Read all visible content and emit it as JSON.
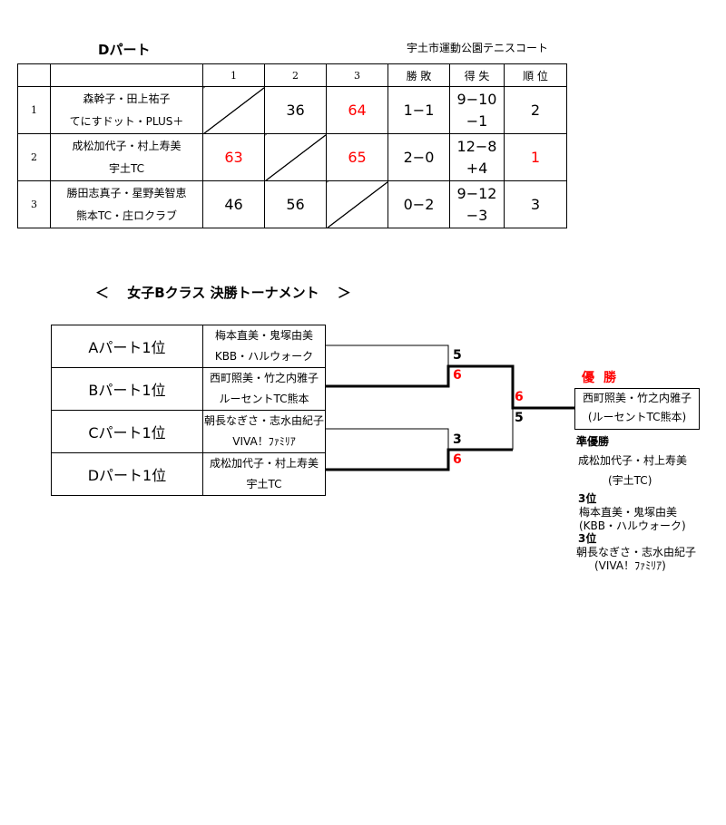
{
  "part": {
    "title": "Dパート",
    "venue": "宇土市運動公園テニスコート",
    "headers": [
      "1",
      "2",
      "3",
      "勝 敗",
      "得 失",
      "順 位"
    ],
    "rows": [
      {
        "no": "1",
        "players": "森幹子・田上祐子",
        "club": "てにすドット・PLUS＋",
        "s1": "",
        "s2": "36",
        "s3": "64",
        "record": "1−1",
        "games": "9−10",
        "diff": "−1",
        "rank": "2"
      },
      {
        "no": "2",
        "players": "成松加代子・村上寿美",
        "club": "宇土TC",
        "s1": "63",
        "s2": "",
        "s3": "65",
        "record": "2−0",
        "games": "12−8",
        "diff": "+4",
        "rank": "1"
      },
      {
        "no": "3",
        "players": "勝田志真子・星野美智恵",
        "club": "熊本TC・庄ロクラブ",
        "s1": "46",
        "s2": "56",
        "s3": "",
        "record": "0−2",
        "games": "9−12",
        "diff": "−3",
        "rank": "3"
      }
    ]
  },
  "tournament": {
    "title": "＜　 女子Bクラス 決勝トーナメント 　＞",
    "entries": [
      {
        "seed": "Aパート1位",
        "players": "梅本直美・鬼塚由美",
        "club": "KBB・ハルウォーク"
      },
      {
        "seed": "Bパート1位",
        "players": "西町照美・竹之内雅子",
        "club": "ルーセントTC熊本"
      },
      {
        "seed": "Cパート1位",
        "players": "朝長なぎさ・志水由紀子",
        "club": "VIVA！ﾌｧﾐﾘｱ"
      },
      {
        "seed": "Dパート1位",
        "players": "成松加代子・村上寿美",
        "club": "宇土TC"
      }
    ],
    "scores": {
      "sf1_top": "5",
      "sf1_bottom": "6",
      "sf2_top": "3",
      "sf2_bottom": "6",
      "final_top": "6",
      "final_bottom": "5"
    },
    "champion": {
      "label": "優勝",
      "players": "西町照美・竹之内雅子",
      "club": "(ルーセントTC熊本)"
    },
    "runner_up": {
      "label": "準優勝",
      "players": "成松加代子・村上寿美",
      "club": "(宇土TC)"
    },
    "third": [
      {
        "label": "3位",
        "players": "梅本直美・鬼塚由美",
        "club": "(KBB・ハルウォーク)"
      },
      {
        "label": "3位",
        "players": "朝長なぎさ・志水由紀子",
        "club": "(VIVA！ﾌｧﾐﾘｱ)"
      }
    ]
  },
  "colors": {
    "highlight": "#ff0000",
    "line": "#000000"
  }
}
